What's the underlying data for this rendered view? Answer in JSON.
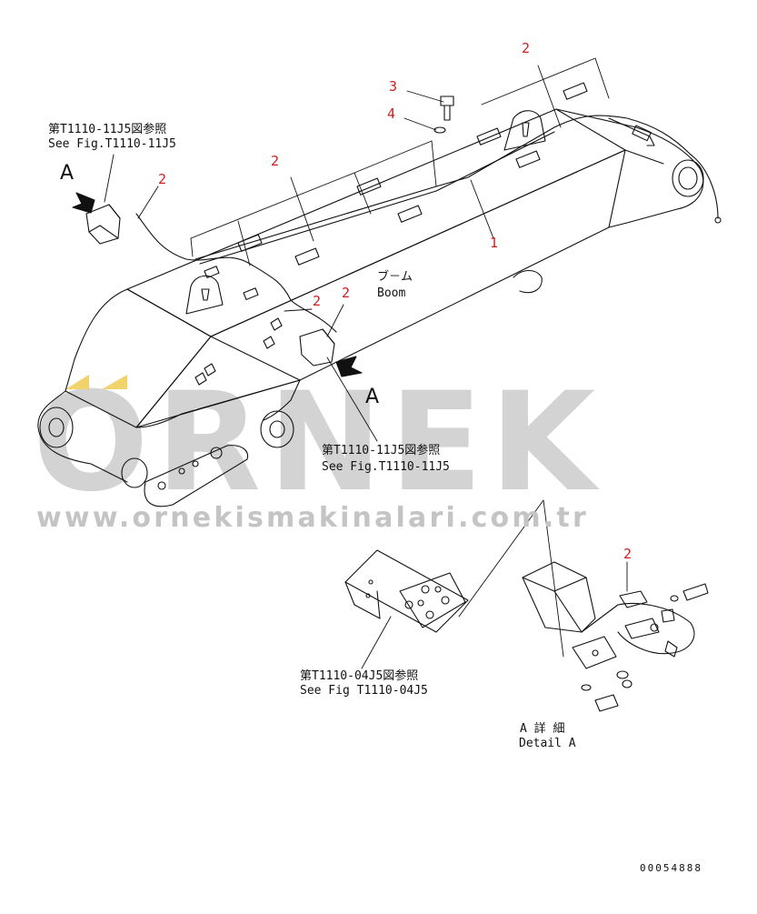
{
  "watermark": {
    "logo": "ORNEK",
    "url": "www.ornekismakinalari.com.tr"
  },
  "callouts": {
    "part_1": "1",
    "part_2": "2",
    "part_3": "3",
    "part_4": "4"
  },
  "view_marker": "A",
  "notes": {
    "ref_11j5_jp": "第T1110-11J5図参照",
    "ref_11j5_en": "See Fig.T1110-11J5",
    "ref_04j5_jp": "第T1110-04J5図参照",
    "ref_04j5_en": "See Fig T1110-04J5",
    "boom_jp": "ブ－ム",
    "boom_en": "Boom",
    "detail_jp": "A 詳 細",
    "detail_en": "Detail A"
  },
  "drawing_code": "00054888",
  "colors": {
    "line": "#111111",
    "callout": "#d21c1c",
    "watermark": "#cccccc",
    "watermark_accent": "#f2d36b"
  }
}
